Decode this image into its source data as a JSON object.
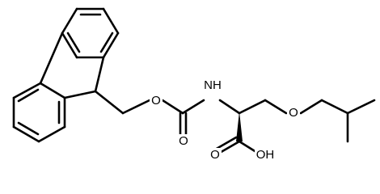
{
  "molecule": {
    "atom_labels": {
      "carbamate_oxygen": "O",
      "carbonyl_oxygen": "O",
      "amide_nitrogen": "NH",
      "ether_oxygen": "O",
      "acid_oxygen": "O",
      "hydroxyl": "OH"
    },
    "colors": {
      "bond": "#000000",
      "text": "#000000",
      "background": "#ffffff"
    }
  }
}
